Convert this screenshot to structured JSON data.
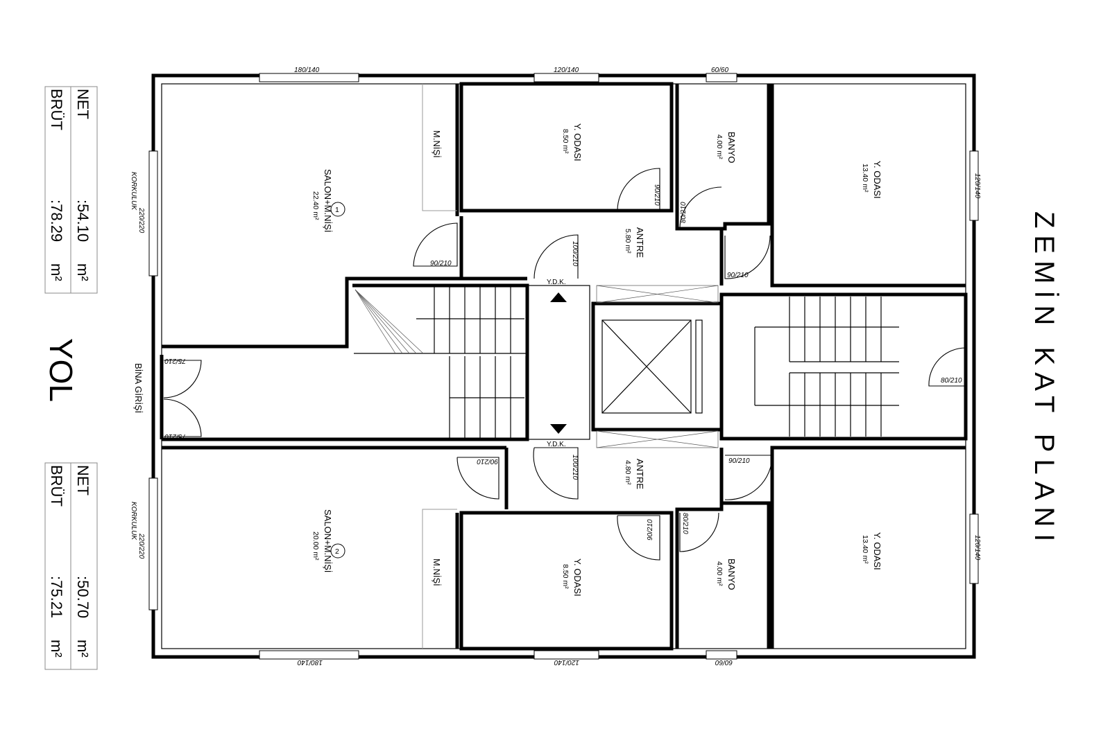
{
  "title": "ZEMİN KAT PLANI",
  "road_label": "YOL",
  "entrance_label": "BİNA GİRİŞİ",
  "unit1": {
    "number": "1",
    "net_label": "NET",
    "net_value": ":54.10",
    "net_unit": "m²",
    "gross_label": "BRÜT",
    "gross_value": ":78.29",
    "gross_unit": "m²",
    "rooms": {
      "salon": {
        "name": "SALON+M.NİŞİ",
        "area": "22.40 m²"
      },
      "niche": {
        "name": "M.NİŞİ"
      },
      "bedroom_small": {
        "name": "Y. ODASI",
        "area": "8.50 m²"
      },
      "bathroom": {
        "name": "BANYO",
        "area": "4.00 m²"
      },
      "bedroom_large": {
        "name": "Y. ODASI",
        "area": "13.40 m²"
      },
      "hall": {
        "name": "ANTRE",
        "area": "5.80 m²"
      }
    },
    "railing": "KORKULUK"
  },
  "unit2": {
    "number": "2",
    "net_label": "NET",
    "net_value": ":50.70",
    "net_unit": "m²",
    "gross_label": "BRÜT",
    "gross_value": ":75.21",
    "gross_unit": "m²",
    "rooms": {
      "salon": {
        "name": "SALON+M.NİŞİ",
        "area": "20.00 m²"
      },
      "niche": {
        "name": "M.NİŞİ"
      },
      "bedroom_small": {
        "name": "Y. ODASI",
        "area": "8.50 m²"
      },
      "bathroom": {
        "name": "BANYO",
        "area": "4.00 m²"
      },
      "bedroom_large": {
        "name": "Y. ODASI",
        "area": "13.40 m²"
      },
      "hall": {
        "name": "ANTRE",
        "area": "4.80 m²"
      }
    },
    "railing": "KORKULUK"
  },
  "dimensions": {
    "win_salon_top": "180/140",
    "win_bed_top": "120/140",
    "win_bath_top": "60/60",
    "win_salon_side_1": "220/220",
    "win_salon_side_2": "220/220",
    "win_bed_right_1": "120/140",
    "win_bed_right_2": "120/140",
    "win_salon_bottom": "180/140",
    "win_bed_bottom": "120/140",
    "win_bath_bottom": "60/60",
    "door_salon_1": "90/210",
    "door_entry_1": "100/210",
    "door_bed_1": "90/210",
    "door_bath_1": "80/210",
    "door_bed_large_1": "90/210",
    "door_stair_right": "80/210",
    "door_building_1": "75/210",
    "door_building_2": "75/210",
    "door_salon_2": "90/210",
    "door_entry_2": "100/210",
    "door_bed_2": "90/210",
    "door_bath_2": "80/210",
    "door_bed_large_2": "90/210"
  },
  "ydk_1": "Y.D.K.",
  "ydk_2": "Y.D.K."
}
